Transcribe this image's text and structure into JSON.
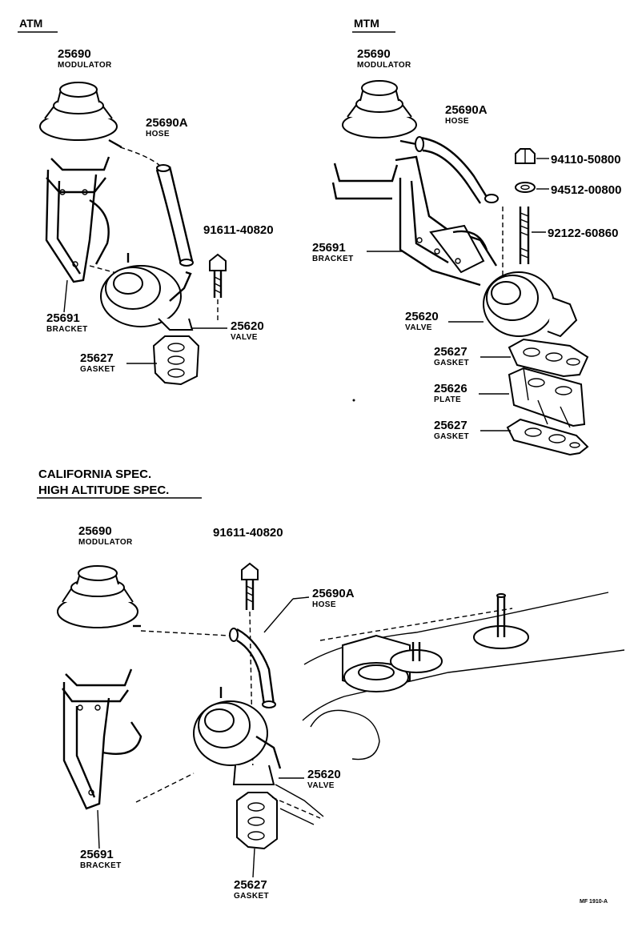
{
  "sections": {
    "atm": "ATM",
    "mtm": "MTM",
    "california": "CALIFORNIA SPEC.",
    "high_altitude": "HIGH ALTITUDE SPEC."
  },
  "atm": {
    "modulator": {
      "number": "25690",
      "name": "MODULATOR"
    },
    "hose": {
      "number": "25690A",
      "name": "HOSE"
    },
    "bolt": {
      "number": "91611-40820"
    },
    "bracket": {
      "number": "25691",
      "name": "BRACKET"
    },
    "valve": {
      "number": "25620",
      "name": "VALVE"
    },
    "gasket": {
      "number": "25627",
      "name": "GASKET"
    }
  },
  "mtm": {
    "modulator": {
      "number": "25690",
      "name": "MODULATOR"
    },
    "hose": {
      "number": "25690A",
      "name": "HOSE"
    },
    "nut": {
      "number": "94110-50800"
    },
    "washer": {
      "number": "94512-00800"
    },
    "stud": {
      "number": "92122-60860"
    },
    "bracket": {
      "number": "25691",
      "name": "BRACKET"
    },
    "valve": {
      "number": "25620",
      "name": "VALVE"
    },
    "gasket_upper": {
      "number": "25627",
      "name": "GASKET"
    },
    "plate": {
      "number": "25626",
      "name": "PLATE"
    },
    "gasket_lower": {
      "number": "25627",
      "name": "GASKET"
    }
  },
  "cal": {
    "modulator": {
      "number": "25690",
      "name": "MODULATOR"
    },
    "bolt": {
      "number": "91611-40820"
    },
    "hose": {
      "number": "25690A",
      "name": "HOSE"
    },
    "valve": {
      "number": "25620",
      "name": "VALVE"
    },
    "bracket": {
      "number": "25691",
      "name": "BRACKET"
    },
    "gasket": {
      "number": "25627",
      "name": "GASKET"
    }
  },
  "figure_code": "MF 1910-A"
}
